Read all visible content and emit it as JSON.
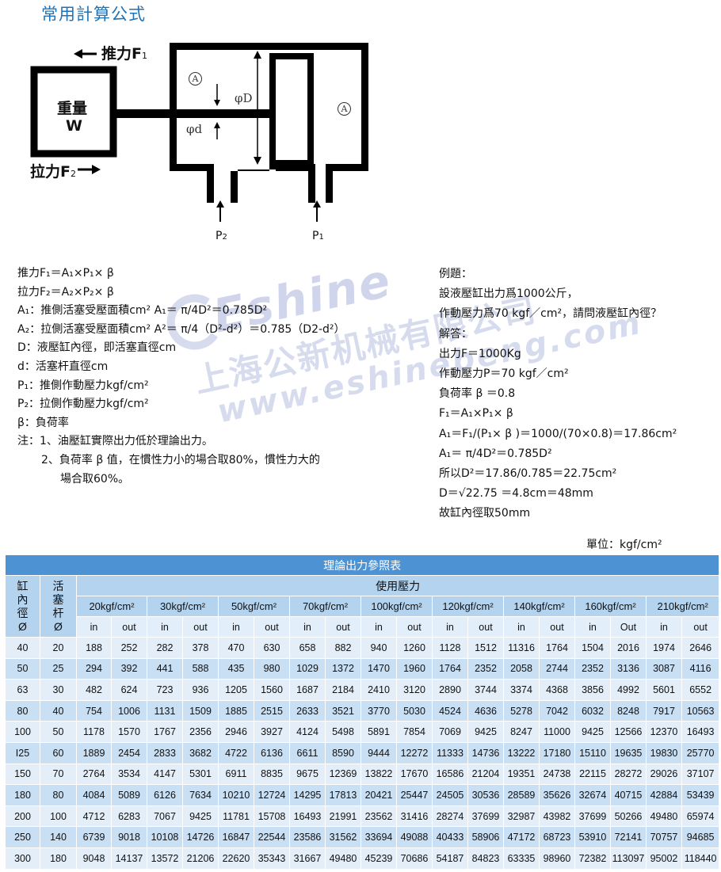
{
  "page_title": "常用計算公式",
  "diagram": {
    "push_label": "推力F",
    "push_sub": "1",
    "weight_label_1": "重量",
    "weight_label_2": "W",
    "pull_label": "拉力F",
    "pull_sub": "2",
    "area_a_left": "A",
    "area_a_right": "A",
    "phi_D": "φD",
    "phi_d": "φd",
    "port_p2": "P",
    "port_p2_sub": "2",
    "port_p1": "P",
    "port_p1_sub": "1"
  },
  "formulas": [
    "推力F₁＝A₁×P₁× β",
    "拉力F₂＝A₂×P₂× β",
    "A₁：推側活塞受壓面積cm²  A₁＝ π/4D²＝0.785D²",
    "A₂：拉側活塞受壓面積cm²  A²＝ π/4（D²-d²）＝0.785（D2-d²）",
    "D：液壓缸內徑，即活塞直徑cm",
    "d：活塞杆直徑cm",
    "P₁：推側作動壓力kgf/cm²",
    "P₂：拉側作動壓力kgf/cm²",
    " β：負荷率",
    "注：1、油壓缸實際出力低於理論出力。",
    "2、負荷率 β 值，在慣性力小的場合取80%，慣性力大的",
    "場合取60%。"
  ],
  "example": [
    "例題：",
    "設液壓缸出力爲1000公斤，",
    "作動壓力爲70 kgf／cm²，請問液壓缸內徑？",
    "解答：",
    "出力F＝1000Kg",
    "作動壓力P＝70 kgf／cm²",
    "負荷率 β ＝0.8",
    "F₁＝A₁×P₁× β",
    "A₁＝F₁/(P₁× β )＝1000/(70×0.8)＝17.86cm²",
    "A₁＝ π/4D²＝0.785D²",
    "所以D²＝17.86/0.785＝22.75cm²",
    "D＝√22.75 ＝4.8cm＝48mm",
    "故缸內徑取50mm"
  ],
  "watermark": {
    "brand": "Eshine",
    "company": "上海公新机械有限公司",
    "website": "www.eshinebeng.com"
  },
  "unit_label": "單位：kgf/cm²",
  "table": {
    "title": "理論出力參照表",
    "col_bore": "缸內徑Ø",
    "col_rod": "活塞杆Ø",
    "pressure_header": "使用壓力",
    "pressures": [
      "20kgf/cm²",
      "30kgf/cm²",
      "50kgf/cm²",
      "70kgf/cm²",
      "100kgf/cm²",
      "120kgf/cm²",
      "140kgf/cm²",
      "160kgf/cm²",
      "210kgf/cm²"
    ],
    "subheaders": [
      "in",
      "out",
      "in",
      "out",
      "in",
      "out",
      "in",
      "out",
      "in",
      "out",
      "in",
      "out",
      "in",
      "out",
      "in",
      "Out",
      "in",
      "out"
    ],
    "rows": [
      [
        "40",
        "20",
        "188",
        "252",
        "282",
        "378",
        "470",
        "630",
        "658",
        "882",
        "940",
        "1260",
        "1128",
        "1512",
        "11316",
        "1764",
        "1504",
        "2016",
        "1974",
        "2646"
      ],
      [
        "50",
        "25",
        "294",
        "392",
        "441",
        "588",
        "435",
        "980",
        "1029",
        "1372",
        "1470",
        "1960",
        "1764",
        "2352",
        "2058",
        "2744",
        "2352",
        "3136",
        "3087",
        "4116"
      ],
      [
        "63",
        "30",
        "482",
        "624",
        "723",
        "936",
        "1205",
        "1560",
        "1687",
        "2184",
        "2410",
        "3120",
        "2890",
        "3744",
        "3374",
        "4368",
        "3856",
        "4992",
        "5601",
        "6552"
      ],
      [
        "80",
        "40",
        "754",
        "1006",
        "1131",
        "1509",
        "1885",
        "2515",
        "2633",
        "3521",
        "3770",
        "5030",
        "4524",
        "4636",
        "5278",
        "7042",
        "6032",
        "8248",
        "7917",
        "10563"
      ],
      [
        "100",
        "50",
        "1178",
        "1570",
        "1767",
        "2356",
        "2946",
        "3927",
        "4124",
        "5498",
        "5891",
        "7854",
        "7069",
        "9425",
        "8247",
        "11000",
        "9425",
        "12566",
        "12370",
        "16493"
      ],
      [
        "I25",
        "60",
        "1889",
        "2454",
        "2833",
        "3682",
        "4722",
        "6136",
        "6611",
        "8590",
        "9444",
        "12272",
        "11333",
        "14736",
        "13222",
        "17180",
        "15110",
        "19635",
        "19830",
        "25770"
      ],
      [
        "150",
        "70",
        "2764",
        "3534",
        "4147",
        "5301",
        "6911",
        "8835",
        "9675",
        "12369",
        "13822",
        "17670",
        "16586",
        "21204",
        "19351",
        "24738",
        "22115",
        "28272",
        "29026",
        "37107"
      ],
      [
        "180",
        "80",
        "4084",
        "5089",
        "6126",
        "7634",
        "10210",
        "12724",
        "14295",
        "17813",
        "20421",
        "25447",
        "24505",
        "30536",
        "28589",
        "35626",
        "32674",
        "40715",
        "42884",
        "53439"
      ],
      [
        "200",
        "100",
        "4712",
        "6283",
        "7067",
        "9425",
        "11781",
        "15708",
        "16493",
        "21991",
        "23562",
        "31416",
        "28274",
        "37699",
        "32987",
        "43982",
        "37699",
        "50266",
        "49480",
        "65974"
      ],
      [
        "250",
        "140",
        "6739",
        "9018",
        "10108",
        "14726",
        "16847",
        "22544",
        "23586",
        "31562",
        "33694",
        "49088",
        "40433",
        "58906",
        "47172",
        "68723",
        "53910",
        "72141",
        "70757",
        "94685"
      ],
      [
        "300",
        "180",
        "9048",
        "14137",
        "13572",
        "21206",
        "22620",
        "35343",
        "31667",
        "49480",
        "45239",
        "70686",
        "54187",
        "84823",
        "63335",
        "98960",
        "72382",
        "113097",
        "95002",
        "118440"
      ]
    ]
  }
}
